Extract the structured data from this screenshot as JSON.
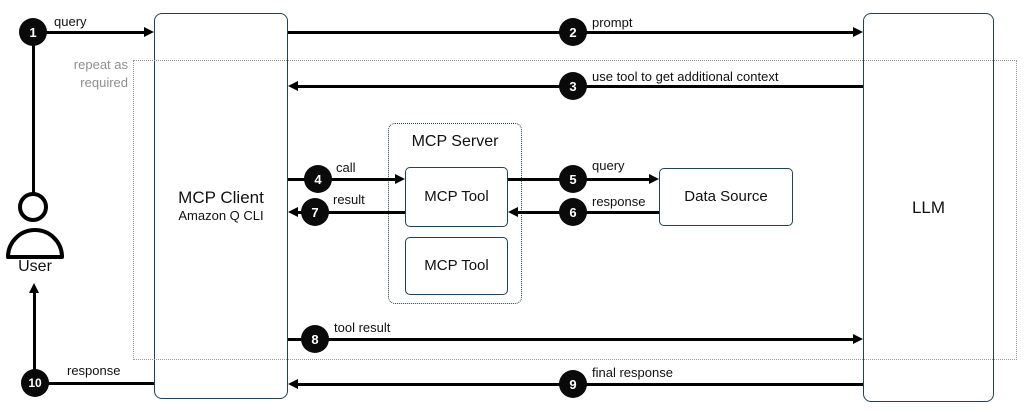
{
  "diagram": {
    "user": {
      "label": "User"
    },
    "mcp_client": {
      "title": "MCP Client",
      "subtitle": "Amazon Q CLI"
    },
    "mcp_server": {
      "title": "MCP Server",
      "tool1": "MCP Tool",
      "tool2": "MCP Tool"
    },
    "data_source": {
      "label": "Data Source"
    },
    "llm": {
      "label": "LLM"
    },
    "loop_note": {
      "line1": "repeat as",
      "line2": "required"
    },
    "steps": [
      {
        "num": "1",
        "label": "query"
      },
      {
        "num": "2",
        "label": "prompt"
      },
      {
        "num": "3",
        "label": "use tool to get additional context"
      },
      {
        "num": "4",
        "label": "call"
      },
      {
        "num": "5",
        "label": "query"
      },
      {
        "num": "6",
        "label": "response"
      },
      {
        "num": "7",
        "label": "result"
      },
      {
        "num": "8",
        "label": "tool result"
      },
      {
        "num": "9",
        "label": "final response"
      },
      {
        "num": "10",
        "label": "response"
      }
    ],
    "icons": {
      "user": "user-icon"
    },
    "colors": {
      "box_border": "#1f4256",
      "arrow": "#000000",
      "note_text": "#8f8f8f",
      "loop_border": "#999999",
      "step_circle_bg": "#0a0a0a",
      "step_circle_text": "#ffffff"
    }
  }
}
